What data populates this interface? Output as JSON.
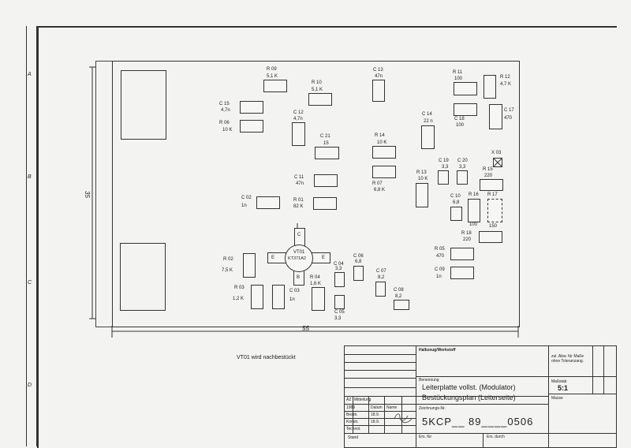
{
  "sheet": {
    "row_letters": [
      "A",
      "B",
      "C",
      "D"
    ],
    "dimension_width": "55",
    "dimension_height": "35",
    "note": "VT01 wird nachbestückt"
  },
  "components": [
    {
      "id": "r09",
      "ref": "R 09",
      "value": "5,1 K"
    },
    {
      "id": "r10",
      "ref": "R 10",
      "value": "5,1 K"
    },
    {
      "id": "c13",
      "ref": "C 13",
      "value": "47n"
    },
    {
      "id": "r11",
      "ref": "R 11",
      "value": "100"
    },
    {
      "id": "r12",
      "ref": "R 12",
      "value": "4,7 K"
    },
    {
      "id": "c15",
      "ref": "C 15",
      "value": "4,7n"
    },
    {
      "id": "r06",
      "ref": "R 06",
      "value": "10 K"
    },
    {
      "id": "c12",
      "ref": "C 12",
      "value": "4,7n"
    },
    {
      "id": "c14",
      "ref": "C 14",
      "value": "22 n"
    },
    {
      "id": "c18",
      "ref": "C 18",
      "value": "100"
    },
    {
      "id": "c17",
      "ref": "C 17",
      "value": "470"
    },
    {
      "id": "c21",
      "ref": "C 21",
      "value": "15"
    },
    {
      "id": "r14",
      "ref": "R 14",
      "value": "10 K"
    },
    {
      "id": "x03",
      "ref": "X 03",
      "value": ""
    },
    {
      "id": "c19",
      "ref": "C 19",
      "value": "3,3"
    },
    {
      "id": "c20",
      "ref": "C 20",
      "value": "3,3"
    },
    {
      "id": "r15",
      "ref": "R 15",
      "value": "220"
    },
    {
      "id": "c11",
      "ref": "C 11",
      "value": "47n"
    },
    {
      "id": "r13",
      "ref": "R 13",
      "value": "10 K"
    },
    {
      "id": "r07",
      "ref": "R 07",
      "value": "6,8 K"
    },
    {
      "id": "c02",
      "ref": "C 02",
      "value": "1n"
    },
    {
      "id": "r01",
      "ref": "R 01",
      "value": "82 K"
    },
    {
      "id": "c10",
      "ref": "C 10",
      "value": "6,8"
    },
    {
      "id": "r16",
      "ref": "R 16",
      "value": "100"
    },
    {
      "id": "r17",
      "ref": "R 17",
      "value": "150"
    },
    {
      "id": "r18",
      "ref": "R 18",
      "value": "220"
    },
    {
      "id": "r05",
      "ref": "R 05",
      "value": "470"
    },
    {
      "id": "r02",
      "ref": "R 02",
      "value": "7,5 K"
    },
    {
      "id": "c04",
      "ref": "C 04",
      "value": "3,3"
    },
    {
      "id": "c06",
      "ref": "C 06",
      "value": "6,8"
    },
    {
      "id": "c07",
      "ref": "C 07",
      "value": "8,2"
    },
    {
      "id": "c09",
      "ref": "C 09",
      "value": "1n"
    },
    {
      "id": "r03",
      "ref": "R 03",
      "value": "1,2 K"
    },
    {
      "id": "c03",
      "ref": "C 03",
      "value": "1n"
    },
    {
      "id": "r04",
      "ref": "R 04",
      "value": "1,6 K"
    },
    {
      "id": "c08",
      "ref": "C 08",
      "value": "8,2"
    },
    {
      "id": "c05",
      "ref": "C 05",
      "value": "3,3"
    }
  ],
  "transistor": {
    "ref": "VT01",
    "type": "KT371A2",
    "pin_c": "C",
    "pin_e": "E",
    "pin_b": "B"
  },
  "title_block": {
    "material_header": "Halbzeug/Werkstoff",
    "tolerance_note": "zul. Abw. für Maße ohne Toleranzang.",
    "benennung_label": "Benennung",
    "title_line1": "Leiterplatte vollst. (Modulator)",
    "title_line2": "Bestückungsplan  (Leiterseite)",
    "massstab_label": "Maßstab",
    "scale": "5:1",
    "masse_label": "Masse",
    "ae_label": "ÄZ",
    "mitteilung_label": "Mitteilung",
    "datum_label": "Datum",
    "name_label": "Name",
    "year": "1989",
    "bearb_label": "Bearb.",
    "bearb_date": "18.9.",
    "konstr_label": "Konstr.",
    "konstr_date": "18.9.",
    "technol_label": "Technol.",
    "zeichnungs_label": "Zeichnungs-Nr.",
    "drawing_number": "5KCP__ 89____0506",
    "ers_fuer_label": "Ers. für",
    "ers_durch_label": "Ers. durch",
    "stand_label": "Stand"
  }
}
